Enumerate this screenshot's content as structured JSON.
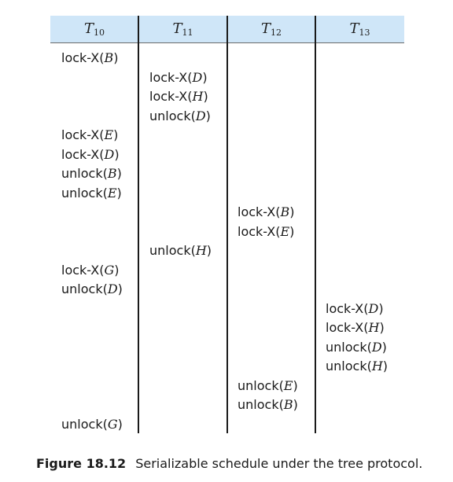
{
  "table": {
    "columns": [
      {
        "name": "T",
        "sub": "10"
      },
      {
        "name": "T",
        "sub": "11"
      },
      {
        "name": "T",
        "sub": "12"
      },
      {
        "name": "T",
        "sub": "13"
      }
    ],
    "ops": [
      {
        "col": 0,
        "fn": "lock-X",
        "arg": "B"
      },
      {
        "col": 1,
        "fn": "lock-X",
        "arg": "D"
      },
      {
        "col": 1,
        "fn": "lock-X",
        "arg": "H"
      },
      {
        "col": 1,
        "fn": "unlock",
        "arg": "D"
      },
      {
        "col": 0,
        "fn": "lock-X",
        "arg": "E"
      },
      {
        "col": 0,
        "fn": "lock-X",
        "arg": "D"
      },
      {
        "col": 0,
        "fn": "unlock",
        "arg": "B"
      },
      {
        "col": 0,
        "fn": "unlock",
        "arg": "E"
      },
      {
        "col": 2,
        "fn": "lock-X",
        "arg": "B"
      },
      {
        "col": 2,
        "fn": "lock-X",
        "arg": "E"
      },
      {
        "col": 1,
        "fn": "unlock",
        "arg": "H"
      },
      {
        "col": 0,
        "fn": "lock-X",
        "arg": "G"
      },
      {
        "col": 0,
        "fn": "unlock",
        "arg": "D"
      },
      {
        "col": 3,
        "fn": "lock-X",
        "arg": "D"
      },
      {
        "col": 3,
        "fn": "lock-X",
        "arg": "H"
      },
      {
        "col": 3,
        "fn": "unlock",
        "arg": "D"
      },
      {
        "col": 3,
        "fn": "unlock",
        "arg": "H"
      },
      {
        "col": 2,
        "fn": "unlock",
        "arg": "E"
      },
      {
        "col": 2,
        "fn": "unlock",
        "arg": "B"
      },
      {
        "col": 0,
        "fn": "unlock",
        "arg": "G"
      }
    ]
  },
  "caption": {
    "label": "Figure 18.12",
    "text": "Serializable schedule under the tree protocol."
  },
  "colors": {
    "header_bg": "#cfe6f8"
  }
}
